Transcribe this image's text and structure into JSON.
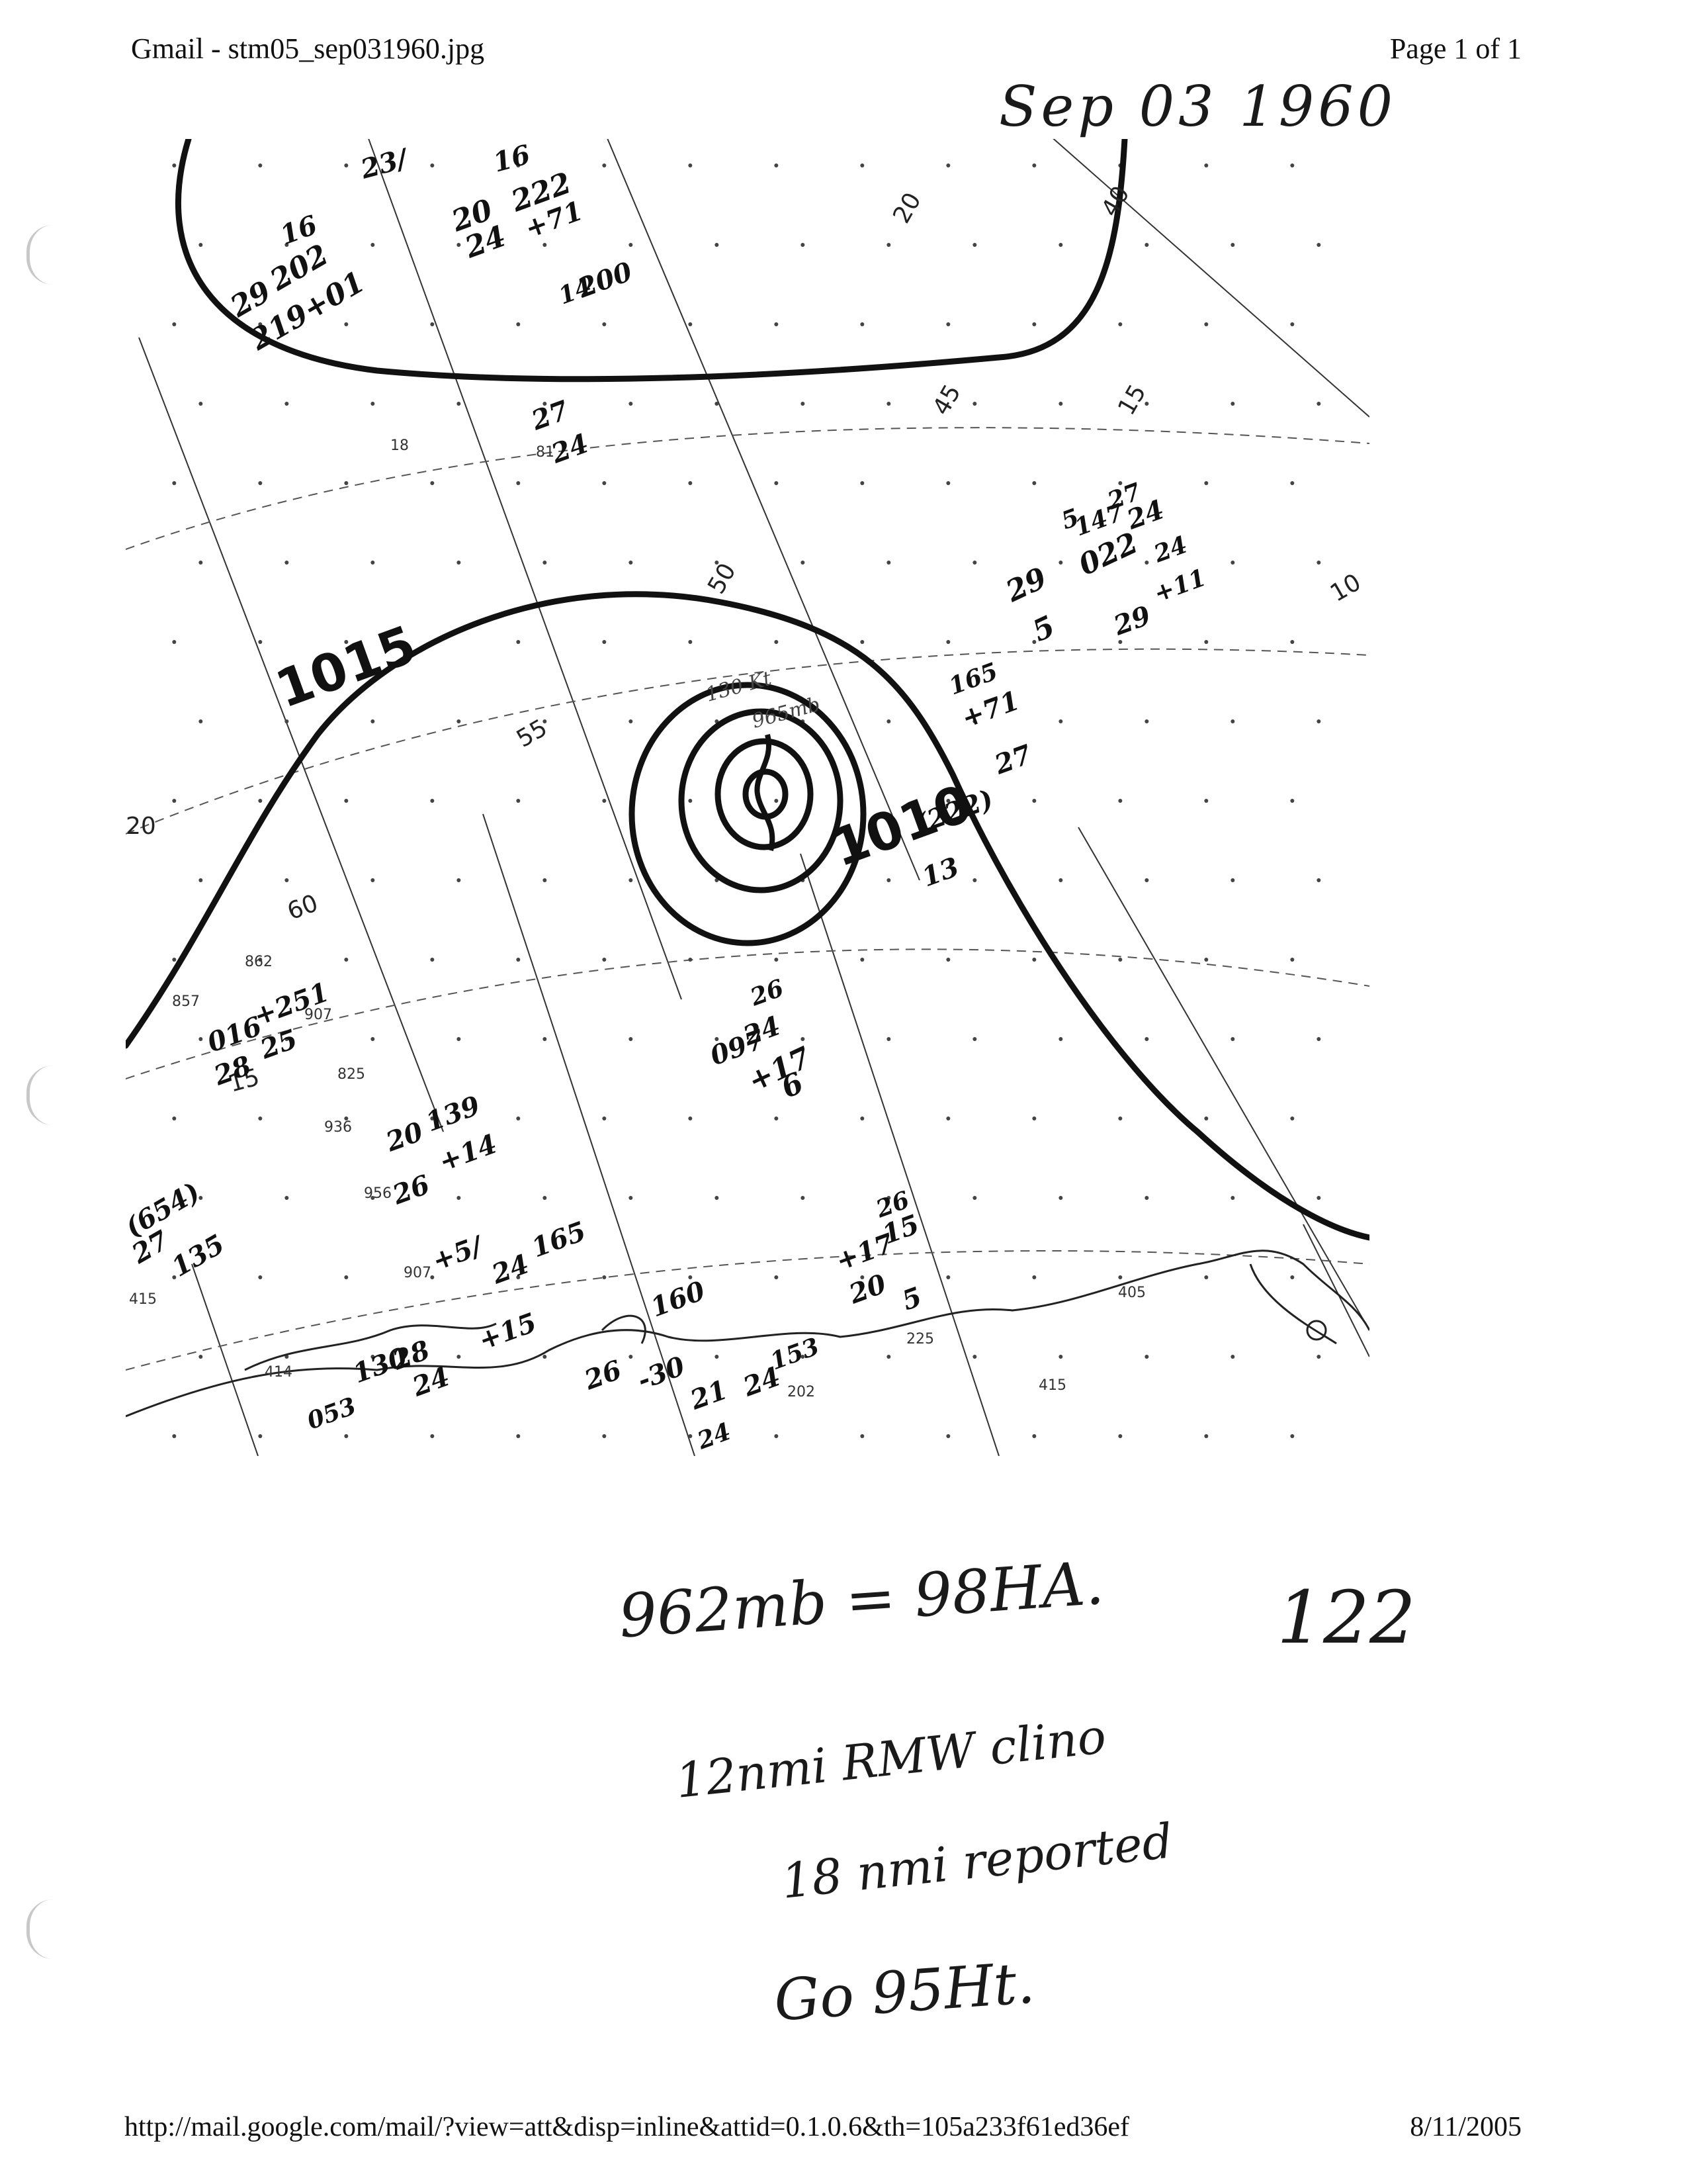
{
  "header": {
    "title": "Gmail - stm05_sep031960.jpg",
    "page": "Page 1 of 1"
  },
  "footer": {
    "url": "http://mail.google.com/mail/?view=att&disp=inline&attid=0.1.0.6&th=105a233f61ed36ef",
    "date": "8/11/2005"
  },
  "map": {
    "handwritten_date": "Sep 03 1960",
    "isobar_labels": [
      "1015",
      "1010"
    ],
    "longitude_labels": [
      "40",
      "45",
      "50",
      "55",
      "60"
    ],
    "latitude_labels": [
      "20",
      "15",
      "10"
    ],
    "storm_annotations": [
      "130 Kt",
      "965mb"
    ],
    "stations": [
      {
        "text": "23/"
      },
      {
        "text": "16"
      },
      {
        "text": "20"
      },
      {
        "text": "222"
      },
      {
        "text": "24"
      },
      {
        "text": "+71"
      },
      {
        "text": "16"
      },
      {
        "text": "29"
      },
      {
        "text": "202"
      },
      {
        "text": "219+01"
      },
      {
        "text": "14"
      },
      {
        "text": "27"
      },
      {
        "text": "200"
      },
      {
        "text": "24"
      },
      {
        "text": "5"
      },
      {
        "text": "29"
      },
      {
        "text": "022"
      },
      {
        "text": "24"
      },
      {
        "text": "5"
      },
      {
        "text": "29"
      },
      {
        "text": "165"
      },
      {
        "text": "+71"
      },
      {
        "text": "27"
      },
      {
        "text": "(222)"
      },
      {
        "text": "13"
      },
      {
        "text": "016"
      },
      {
        "text": "+251"
      },
      {
        "text": "28"
      },
      {
        "text": "25"
      },
      {
        "text": "26"
      },
      {
        "text": "097"
      },
      {
        "text": "24"
      },
      {
        "text": "+17"
      },
      {
        "text": "6"
      },
      {
        "text": "20"
      },
      {
        "text": "139"
      },
      {
        "text": "+14"
      },
      {
        "text": "26"
      },
      {
        "text": "(654)"
      },
      {
        "text": "27"
      },
      {
        "text": "135"
      },
      {
        "text": "+5/"
      },
      {
        "text": "24"
      },
      {
        "text": "165"
      },
      {
        "text": "+15"
      },
      {
        "text": "26"
      },
      {
        "text": "15"
      },
      {
        "text": "+17"
      },
      {
        "text": "20"
      },
      {
        "text": "5"
      },
      {
        "text": "130"
      },
      {
        "text": "28"
      },
      {
        "text": "24"
      },
      {
        "text": "053"
      },
      {
        "text": "26"
      },
      {
        "text": "160"
      },
      {
        "text": "-30"
      },
      {
        "text": "21"
      },
      {
        "text": "24"
      },
      {
        "text": "153"
      },
      {
        "text": "24"
      },
      {
        "text": "27"
      },
      {
        "text": "147"
      },
      {
        "text": "+11"
      },
      {
        "text": "24"
      }
    ],
    "station_numbers": [
      "862",
      "857",
      "907",
      "825",
      "936",
      "956",
      "907",
      "414",
      "415",
      "202",
      "225",
      "415",
      "405",
      "18",
      "81"
    ]
  },
  "notes": {
    "pressure": "962mb = 98HA.",
    "page_number": "122",
    "rmw": "12nmi RMW clino",
    "reported": "18 nmi reported",
    "go": "Go 95Ht."
  }
}
